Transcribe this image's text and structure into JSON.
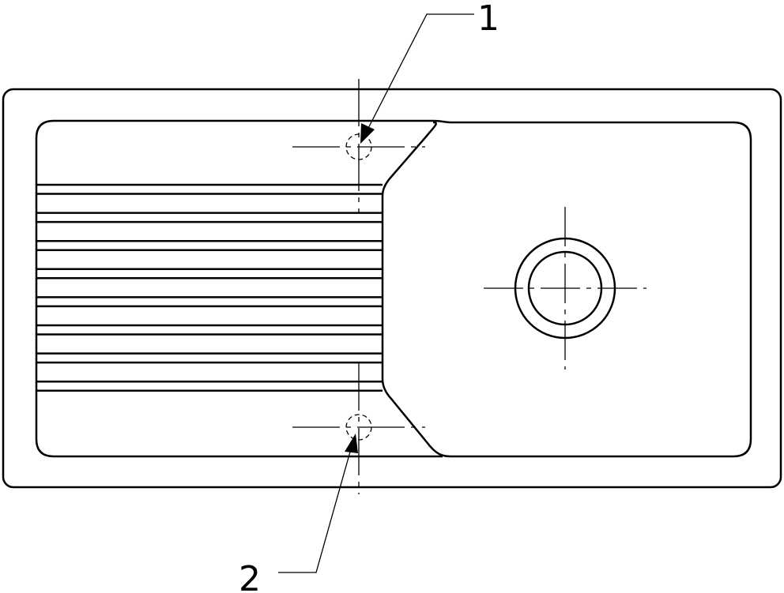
{
  "diagram": {
    "subject": "sink",
    "callouts": [
      {
        "id": "callout-1",
        "label": "1"
      },
      {
        "id": "callout-2",
        "label": "2"
      }
    ],
    "drainboard_rib_pairs": 8,
    "line_color": "#000000"
  }
}
